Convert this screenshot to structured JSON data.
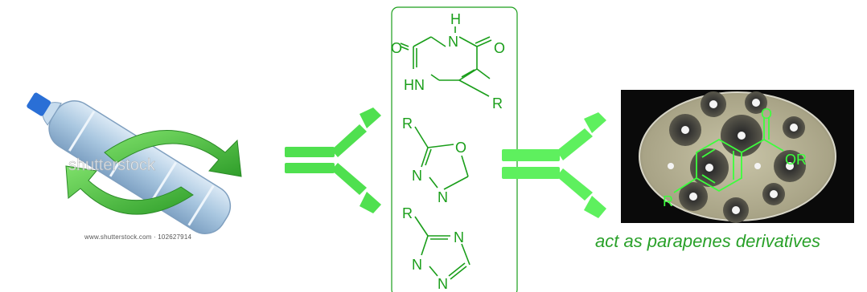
{
  "left_image": {
    "watermark": "shutterstock",
    "credit": "www.shutterstock.com · 102627914"
  },
  "structures": {
    "uracil": {
      "H": "H",
      "O_left": "O",
      "N_top": "N",
      "O_right": "O",
      "HN": "HN",
      "R": "R"
    },
    "oxadiazole": {
      "R": "R",
      "O": "O",
      "N1": "N",
      "N2": "N"
    },
    "triazole": {
      "R": "R",
      "N1": "N",
      "N2": "N",
      "N3": "N"
    }
  },
  "paraben": {
    "O": "O",
    "OR": "OR",
    "R": "R"
  },
  "caption": "act as parapenes derivatives",
  "colors": {
    "structure_green": "#1a9e1a",
    "overlay_green": "#3cff3c",
    "antibody_green": "#4fe04f",
    "caption_green": "#2aa12a"
  }
}
